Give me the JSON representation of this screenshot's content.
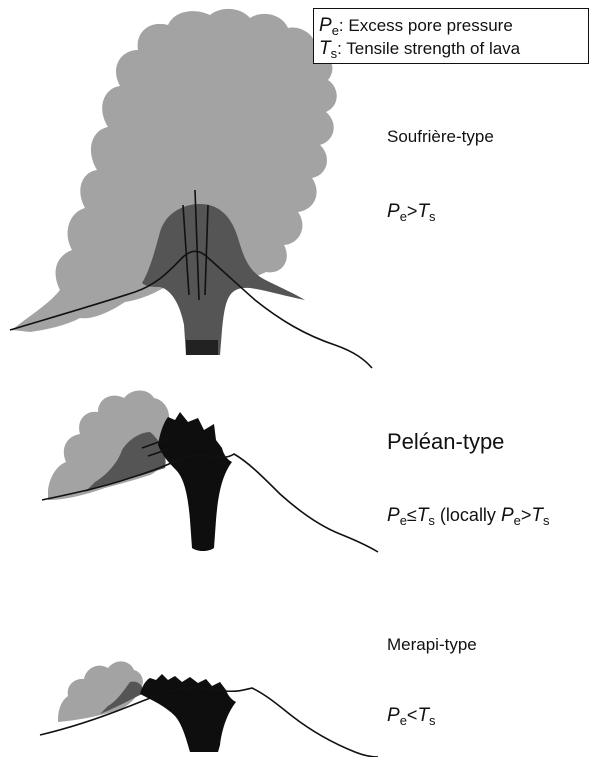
{
  "legend": {
    "pe_symbol": "P",
    "pe_subscript": "e",
    "pe_text": ": Excess pore pressure",
    "ts_symbol": "T",
    "ts_subscript": "s",
    "ts_text": ": Tensile strength of lava"
  },
  "panels": [
    {
      "type_label": "Soufrière-type",
      "condition": {
        "lhs_symbol": "P",
        "lhs_sub": "e",
        "operator": ">",
        "rhs_symbol": "T",
        "rhs_sub": "s",
        "suffix": ""
      }
    },
    {
      "type_label": "Peléan-type",
      "condition": {
        "lhs_symbol": "P",
        "lhs_sub": "e",
        "operator": "≤",
        "rhs_symbol": "T",
        "rhs_sub": "s",
        "suffix": " (locally ",
        "local_lhs": "P",
        "local_lhs_sub": "e",
        "local_op": ">",
        "local_rhs": "T",
        "local_rhs_sub": "s"
      }
    },
    {
      "type_label": "Merapi-type",
      "condition": {
        "lhs_symbol": "P",
        "lhs_sub": "e",
        "operator": "<",
        "rhs_symbol": "T",
        "rhs_sub": "s",
        "suffix": ""
      }
    }
  ],
  "colors": {
    "ash_cloud": "#a3a3a3",
    "dome_dark": "#555555",
    "dome_black": "#0e0e0e",
    "ground_line": "#111111"
  }
}
